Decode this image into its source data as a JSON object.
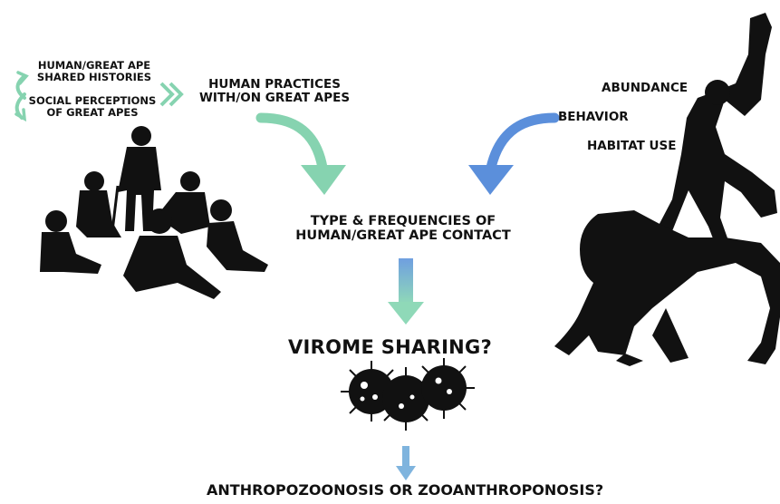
{
  "left": {
    "histories": "HUMAN/GREAT APE\nSHARED HISTORIES",
    "perceptions": "SOCIAL PERCEPTIONS\nOF GREAT APES",
    "practices": "HUMAN PRACTICES\nWITH/ON GREAT APES",
    "arrow_color": "#86d3b0"
  },
  "right": {
    "abundance": "ABUNDANCE",
    "behavior": "BEHAVIOR",
    "habitat": "HABITAT USE",
    "arrow_color": "#5b8fdb"
  },
  "center": {
    "contact": "TYPE & FREQUENCIES OF\nHUMAN/GREAT APE CONTACT",
    "virome": "VIROME SHARING?",
    "outcome": "ANTHROPOZOONOSIS OR ZOOANTHROPONOSIS?"
  },
  "icons": [
    "people-group-silhouette",
    "gorilla-silhouette",
    "gibbon-silhouette",
    "virus-icon",
    "cycle-arrows-icon"
  ]
}
